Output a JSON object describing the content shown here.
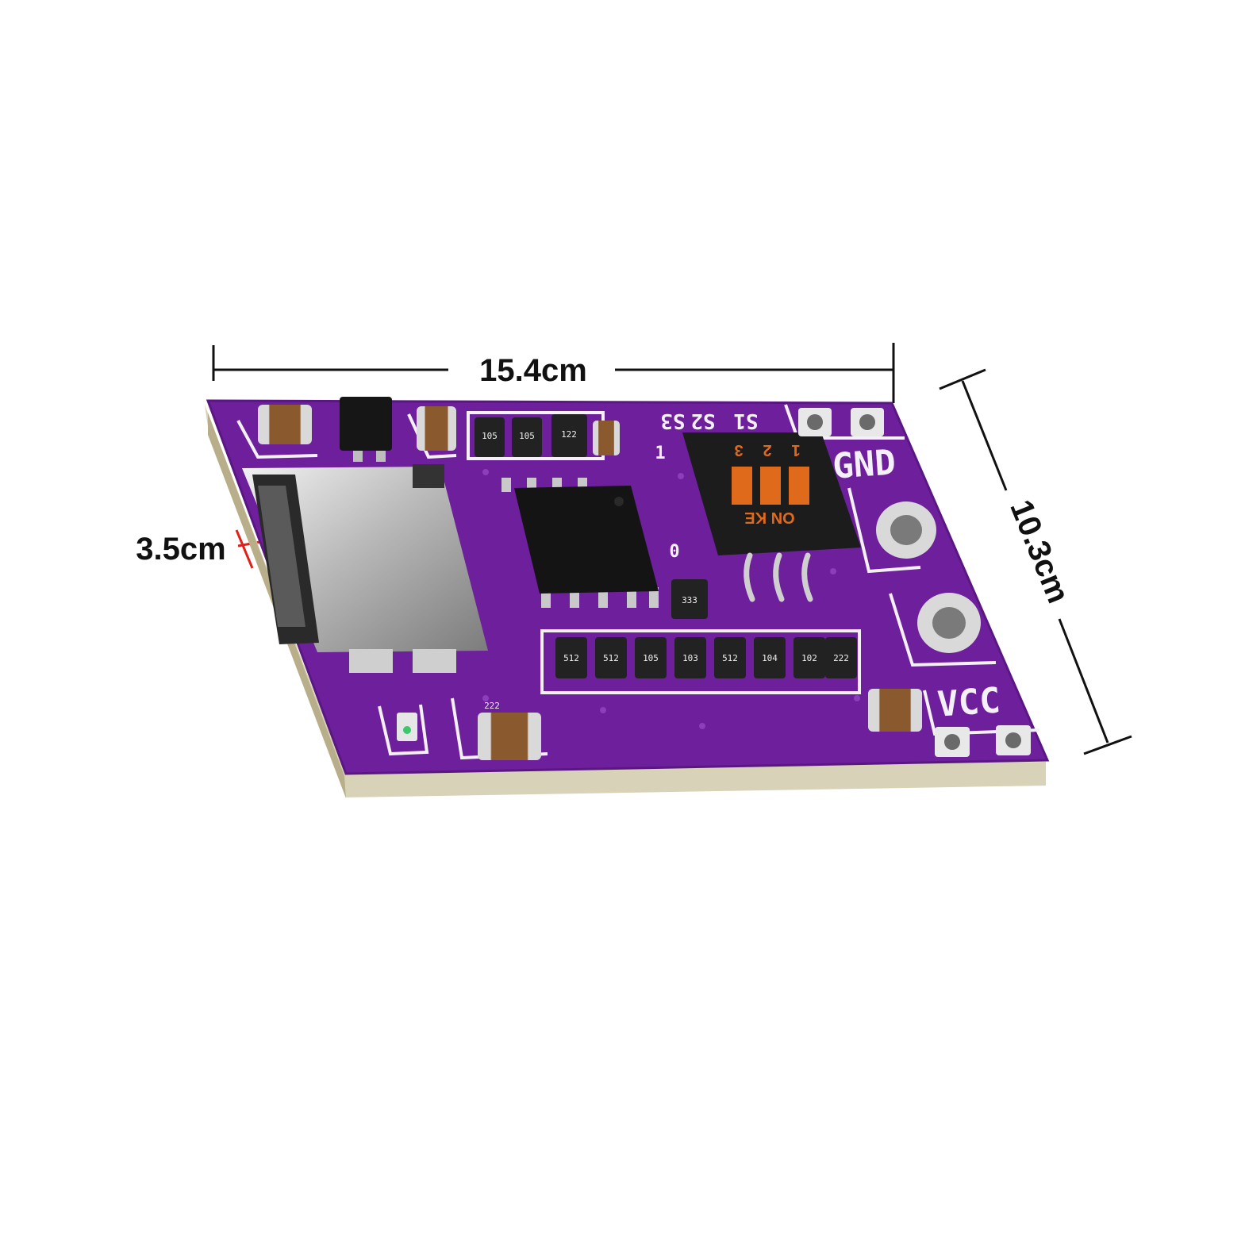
{
  "dimensions": {
    "width_label": "15.4cm",
    "height_label": "10.3cm",
    "port_label": "3.5cm"
  },
  "silkscreen": {
    "gnd": "GND",
    "vcc": "VCC",
    "s1": "S1",
    "s2": "S2",
    "s3": "S3",
    "zero": "0",
    "one": "1"
  },
  "dip_switch": {
    "on_text": "ON KE",
    "numbers": [
      "1",
      "2",
      "3"
    ]
  },
  "resistor_codes_top": [
    "105",
    "105",
    "122"
  ],
  "resistor_codes_row": [
    "512",
    "512",
    "105",
    "103",
    "512",
    "104",
    "102",
    "222"
  ],
  "resistor_code_small": "333",
  "cap_code": "222",
  "colors": {
    "pcb": "#6d1f9c",
    "pcb_edge": "#d8d2b8",
    "silk": "#f4f0f7",
    "dip_toggle": "#e06a1c",
    "dim_line": "#111111",
    "port_marker": "#e0201a"
  }
}
